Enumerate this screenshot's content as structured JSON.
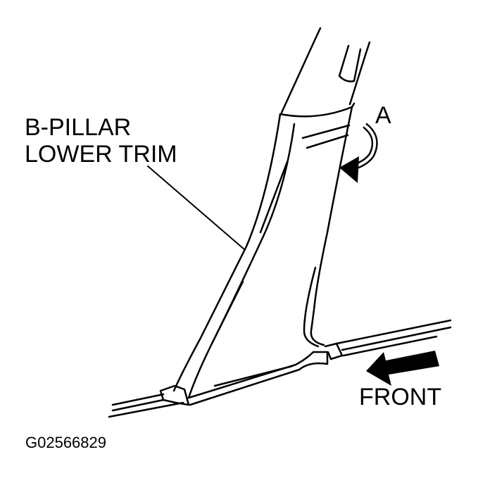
{
  "labels": {
    "part_line1": "B-PILLAR",
    "part_line2": "LOWER TRIM",
    "arrow_a": "A",
    "front": "FRONT",
    "figure_code": "G02566829"
  },
  "colors": {
    "ink": "#000000",
    "paper": "#ffffff"
  },
  "icons": {
    "rotation_arrow": "curved-arrow-a-icon",
    "direction_arrow": "front-arrow-icon"
  }
}
